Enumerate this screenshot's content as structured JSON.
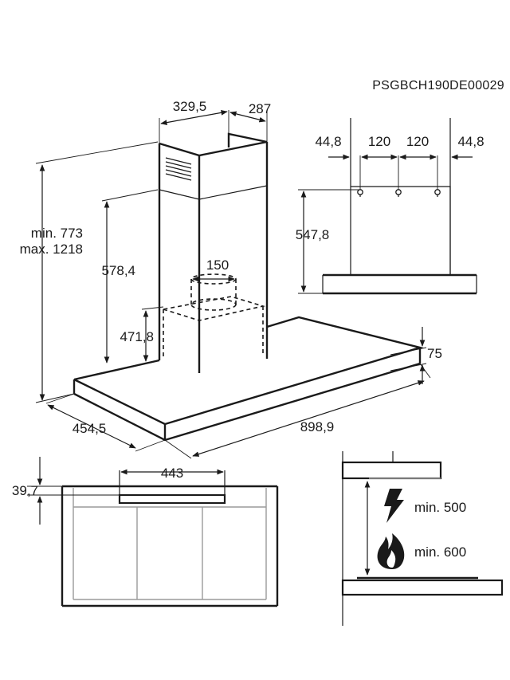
{
  "model_code": "PSGBCH190DE00029",
  "main_view": {
    "chimney_width": "329,5",
    "chimney_depth": "287",
    "total_height_min": "min. 773",
    "total_height_max": "max. 1218",
    "chimney_height": "578,4",
    "duct_diameter": "150",
    "motor_height": "471,8",
    "canopy_thickness": "75",
    "canopy_depth": "454,5",
    "canopy_width": "898,9"
  },
  "mounting_view": {
    "edge_left": "44,8",
    "spacing_left": "120",
    "spacing_right": "120",
    "edge_right": "44,8",
    "bracket_height": "547,8"
  },
  "front_view": {
    "opening_width": "443",
    "offset_height": "39,7"
  },
  "clearance_view": {
    "electric_min": "min. 500",
    "gas_min": "min. 600"
  }
}
